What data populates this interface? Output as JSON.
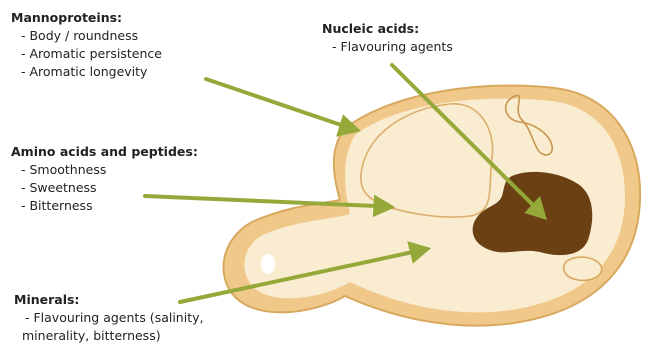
{
  "colors": {
    "cell_fill": "#f9ecd1",
    "membrane": "#f0c98a",
    "outline": "#d9a85f",
    "nucleus": "#6b4114",
    "arrow": "#95a93a",
    "spot": "#ffffff"
  },
  "labels": {
    "mannoproteins": {
      "heading": "Mannoproteins:",
      "items": [
        "- Body / roundness",
        "- Aromatic persistence",
        "- Aromatic longevity"
      ]
    },
    "nucleic_acids": {
      "heading": "Nucleic acids:",
      "items": [
        "- Flavouring agents"
      ]
    },
    "amino_acids": {
      "heading": "Amino acids and peptides:",
      "items": [
        "- Smoothness",
        "- Sweetness",
        "- Bitterness"
      ]
    },
    "minerals": {
      "heading": "Minerals:",
      "items": [
        "- Flavouring agents (salinity,",
        "minerality, bitterness)"
      ]
    }
  }
}
